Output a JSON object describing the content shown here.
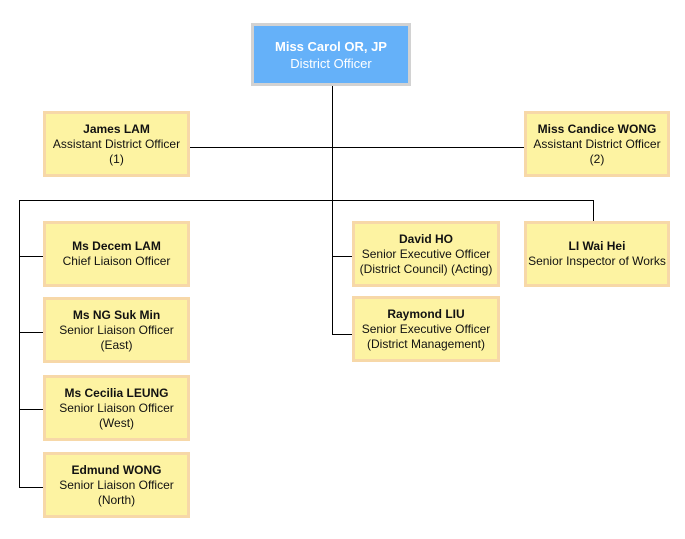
{
  "chart": {
    "top": {
      "name": "Miss Carol OR, JP",
      "title": "District Officer"
    },
    "adl1": {
      "name": "James LAM",
      "title": "Assistant District Officer",
      "note": "(1)"
    },
    "adl2": {
      "name": "Miss Candice WONG",
      "title": "Assistant District Officer",
      "note": "(2)"
    },
    "decem": {
      "name": "Ms Decem LAM",
      "title": "Chief Liaison Officer"
    },
    "ng": {
      "name": "Ms NG Suk Min",
      "title": "Senior Liaison Officer",
      "note": "(East)"
    },
    "leung": {
      "name": "Ms Cecilia LEUNG",
      "title": "Senior Liaison Officer",
      "note": "(West)"
    },
    "edmund": {
      "name": "Edmund WONG",
      "title": "Senior Liaison Officer",
      "note": "(North)"
    },
    "david": {
      "name": "David HO",
      "title": "Senior Executive Officer",
      "note": "(District Council) (Acting)"
    },
    "raymond": {
      "name": "Raymond LIU",
      "title": "Senior Executive Officer",
      "note": "(District Management)"
    },
    "li": {
      "name": "LI Wai Hei",
      "title": "Senior Inspector of Works"
    }
  },
  "colors": {
    "box_fill": "#fdf3a2",
    "box_border": "#f7d8a8",
    "top_fill": "#65b1f9",
    "top_border": "#d2d2d2",
    "connector": "#000000"
  }
}
